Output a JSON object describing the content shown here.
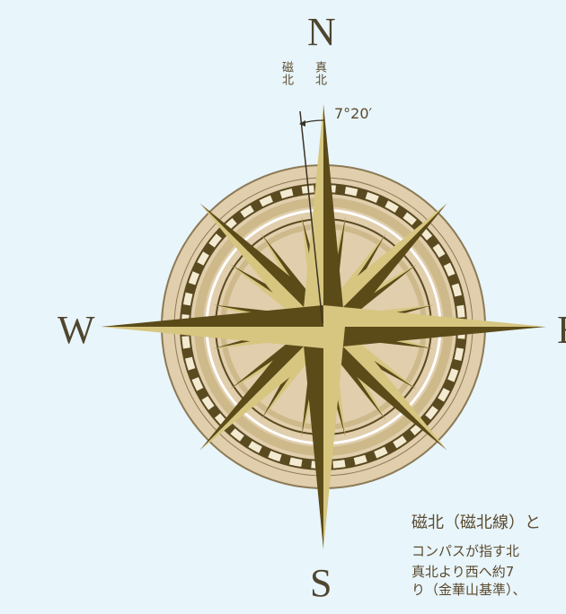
{
  "directions": {
    "north": "N",
    "south": "S",
    "west": "W",
    "east": "E"
  },
  "declination": {
    "magnetic_north_label": "磁北",
    "true_north_label": "真北",
    "angle": "7°20′"
  },
  "description": {
    "title": "磁北（磁北線）と",
    "lines": [
      "コンパスが指す北",
      "真北より西へ約7",
      "り（金華山基準）、"
    ]
  },
  "colors": {
    "background": "#e8f5fb",
    "point_light": "#d7c680",
    "point_dark": "#5b4b18",
    "ring_outer": "#e0ceac",
    "ring_track": "#5a4a1f",
    "text": "#5a4a2e"
  }
}
